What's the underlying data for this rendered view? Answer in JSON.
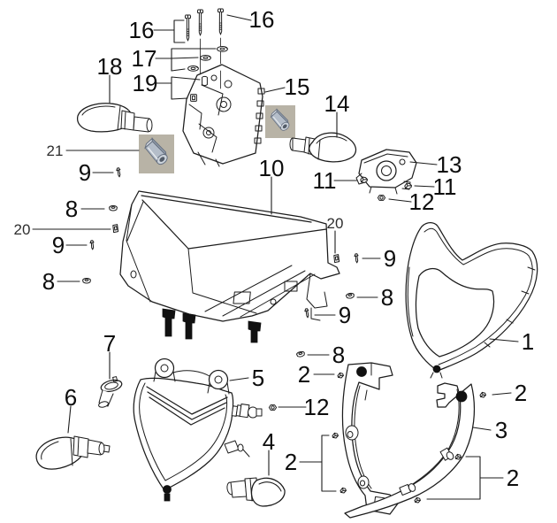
{
  "diagram": {
    "colors": {
      "background": "#ffffff",
      "line": "#1c1c1c",
      "label": "#0d0d0d",
      "label_secondary": "#2e2e2e",
      "swatch_bg": "#b8b3a6",
      "tube_body": "#b4bdc9",
      "tube_cap": "#d8dde3",
      "tube_side": "#97a2b0",
      "tube_hole": "#535c68"
    },
    "icons": {
      "tube_spacer_icon": "3d-metal-tube-spacer"
    },
    "callouts": [
      {
        "id": "16-left",
        "text": "16"
      },
      {
        "id": "16-right",
        "text": "16"
      },
      {
        "id": "17",
        "text": "17"
      },
      {
        "id": "19",
        "text": "19"
      },
      {
        "id": "18",
        "text": "18"
      },
      {
        "id": "15",
        "text": "15"
      },
      {
        "id": "14",
        "text": "14"
      },
      {
        "id": "21",
        "text": "21"
      },
      {
        "id": "13",
        "text": "13"
      },
      {
        "id": "11-left",
        "text": "11"
      },
      {
        "id": "11-right",
        "text": "11"
      },
      {
        "id": "12-top",
        "text": "12"
      },
      {
        "id": "10",
        "text": "10"
      },
      {
        "id": "9-a",
        "text": "9"
      },
      {
        "id": "8-a",
        "text": "8"
      },
      {
        "id": "20-left",
        "text": "20"
      },
      {
        "id": "9-b",
        "text": "9"
      },
      {
        "id": "8-b",
        "text": "8"
      },
      {
        "id": "20-right",
        "text": "20"
      },
      {
        "id": "9-c",
        "text": "9"
      },
      {
        "id": "8-c",
        "text": "8"
      },
      {
        "id": "9-d",
        "text": "9"
      },
      {
        "id": "8-d",
        "text": "8"
      },
      {
        "id": "2-a",
        "text": "2"
      },
      {
        "id": "12-bottom",
        "text": "12"
      },
      {
        "id": "5",
        "text": "5"
      },
      {
        "id": "7",
        "text": "7"
      },
      {
        "id": "6",
        "text": "6"
      },
      {
        "id": "4",
        "text": "4"
      },
      {
        "id": "2-b",
        "text": "2"
      },
      {
        "id": "1",
        "text": "1"
      },
      {
        "id": "2-c",
        "text": "2"
      },
      {
        "id": "3",
        "text": "3"
      },
      {
        "id": "2-d",
        "text": "2"
      }
    ]
  }
}
